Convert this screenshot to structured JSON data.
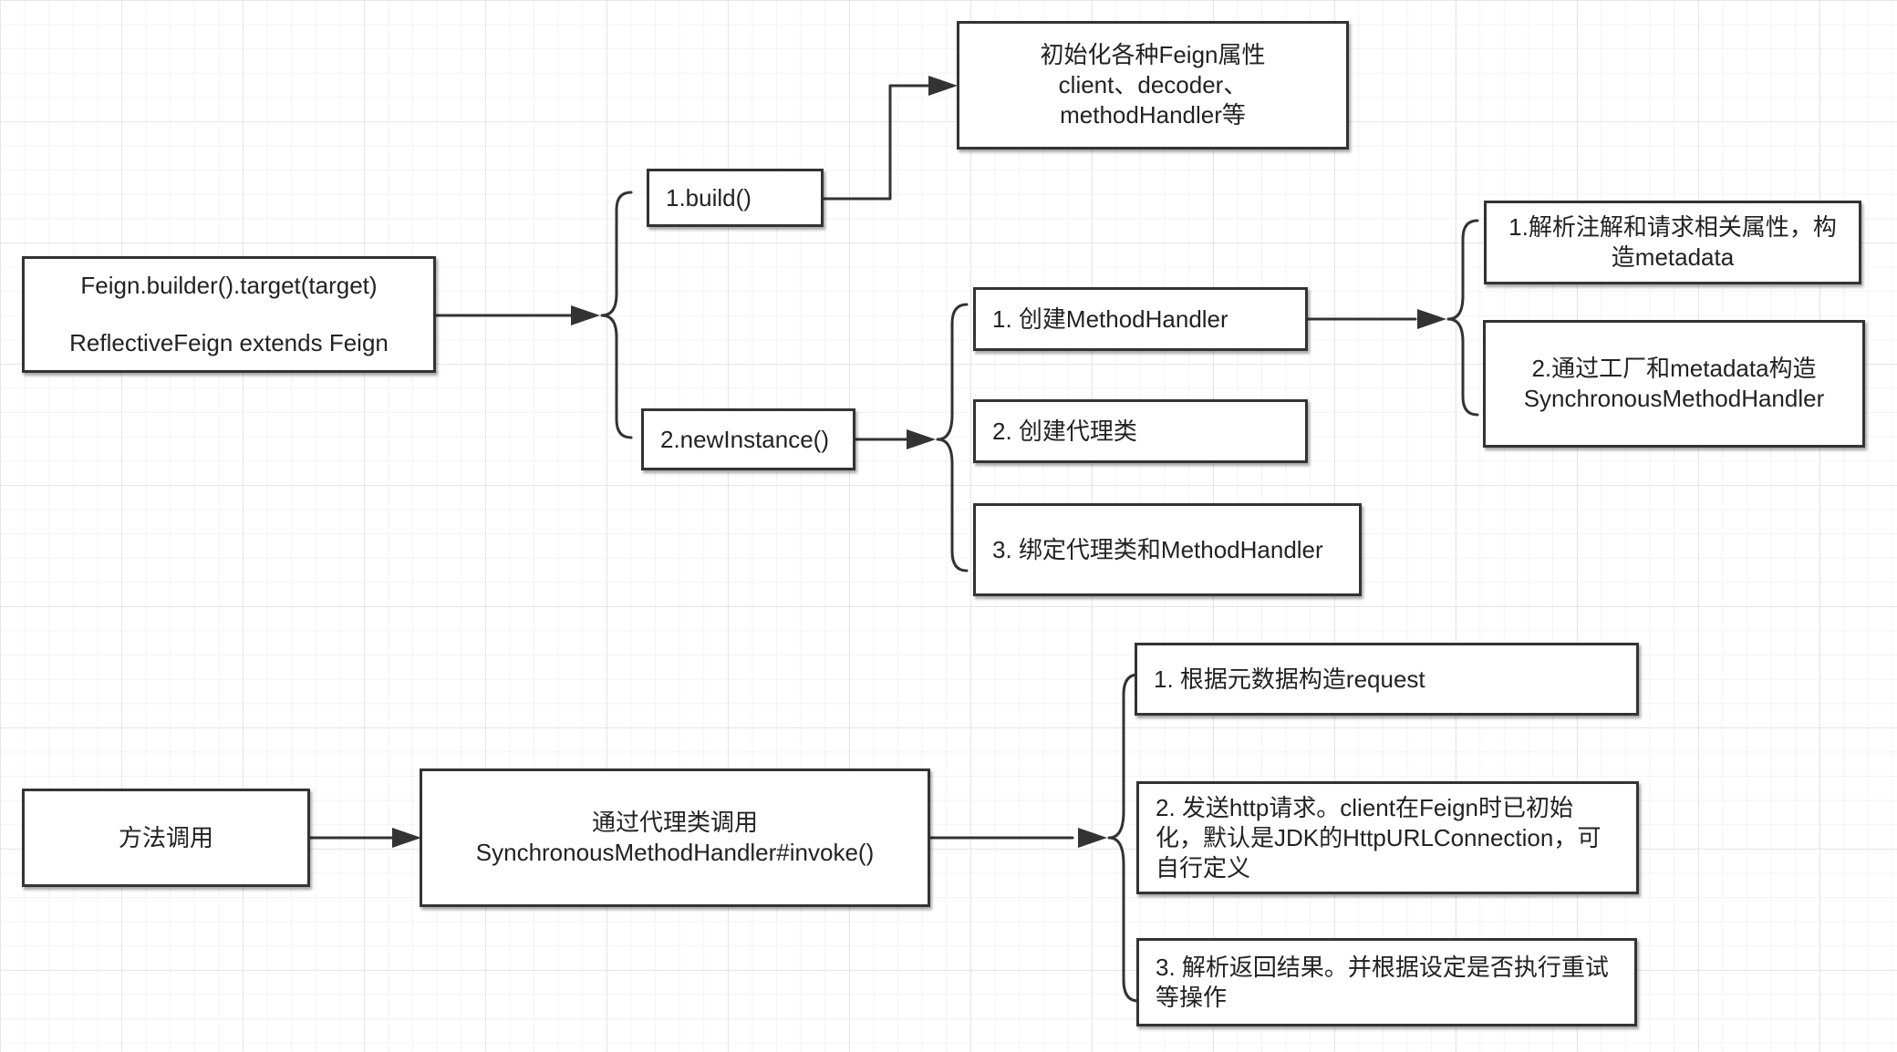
{
  "root": {
    "line1": "Feign.builder().target(target)",
    "line2": "ReflectiveFeign extends Feign"
  },
  "build": {
    "label": "1.build()"
  },
  "init_props": {
    "line1": "初始化各种Feign属性",
    "line2": "client、decoder、",
    "line3": "methodHandler等"
  },
  "new_instance": {
    "label": "2.newInstance()"
  },
  "create_handler": {
    "label": "1. 创建MethodHandler"
  },
  "create_proxy": {
    "label": "2. 创建代理类"
  },
  "bind_proxy": {
    "label": "3. 绑定代理类和MethodHandler"
  },
  "parse_annotations": {
    "line1": "1.解析注解和请求相关属性，构",
    "line2": "造metadata"
  },
  "factory_build": {
    "line1": "2.通过工厂和metadata构造",
    "line2": "SynchronousMethodHandler"
  },
  "method_call": {
    "label": "方法调用"
  },
  "invoke": {
    "line1": "通过代理类调用",
    "line2": "SynchronousMethodHandler#invoke()"
  },
  "build_request": {
    "label": "1. 根据元数据构造request"
  },
  "send_http": {
    "line1": "2. 发送http请求。client在Feign时已初始",
    "line2": "化，默认是JDK的HttpURLConnection，可",
    "line3": "自行定义"
  },
  "parse_result": {
    "line1": "3. 解析返回结果。并根据设定是否执行重试",
    "line2": "等操作"
  },
  "colors": {
    "line": "#333333",
    "box_border": "#333333",
    "grid": "#e6e6e6",
    "text": "#222222"
  }
}
